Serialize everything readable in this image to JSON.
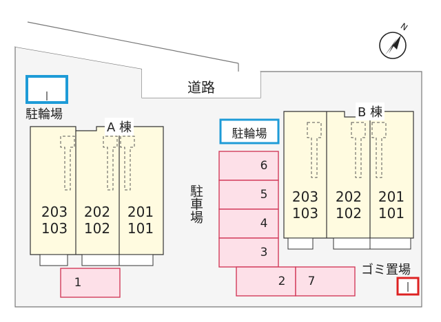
{
  "labels": {
    "road": "道路",
    "bicycle_parking_left": "駐輪場",
    "bicycle_parking_center": "駐輪場",
    "building_a": "A 棟",
    "building_b": "B 棟",
    "parking": "駐車場",
    "garbage": "ゴミ置場",
    "north_mark": "N"
  },
  "building_a_units": [
    {
      "upper": "203",
      "lower": "103"
    },
    {
      "upper": "202",
      "lower": "102"
    },
    {
      "upper": "201",
      "lower": "101"
    }
  ],
  "building_b_units": [
    {
      "upper": "203",
      "lower": "103"
    },
    {
      "upper": "202",
      "lower": "102"
    },
    {
      "upper": "201",
      "lower": "101"
    }
  ],
  "parking_spots": [
    "1",
    "2",
    "3",
    "4",
    "5",
    "6",
    "7"
  ],
  "colors": {
    "building_fill": "#fffbe0",
    "outline": "#333333",
    "parking_fill": "#fde0e8",
    "parking_stroke": "#d23a5a",
    "bicycle_highlight": "#1e9bd7",
    "garbage_stroke": "#dd2222",
    "ground": "#f5f5f5"
  }
}
